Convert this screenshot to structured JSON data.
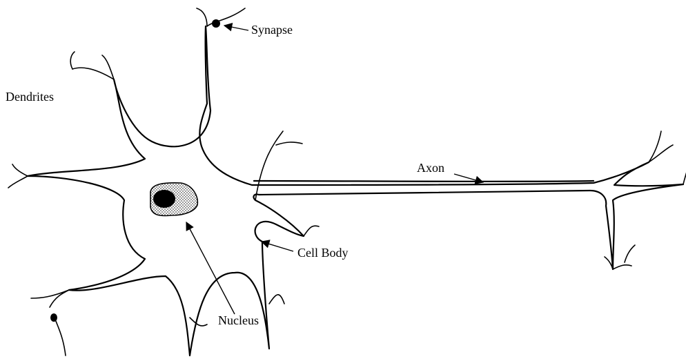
{
  "labels": {
    "synapse": "Synapse",
    "dendrites": "Dendrites",
    "axon": "Axon",
    "cell_body": "Cell Body",
    "nucleus": "Nucleus"
  },
  "colors": {
    "stroke": "#000000",
    "background": "#ffffff",
    "nucleus_fill": "#dcdcdc",
    "nucleolus_fill": "#000000"
  }
}
